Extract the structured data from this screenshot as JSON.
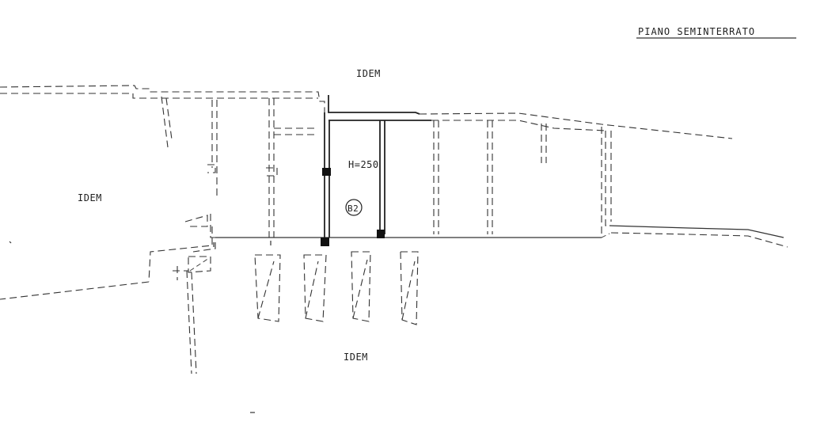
{
  "title": "PIANO   SEMINTERRATO",
  "labels": {
    "idem_top": "IDEM",
    "idem_left": "IDEM",
    "idem_bottom": "IDEM",
    "height": "H=250",
    "unit_tag": "B2"
  }
}
